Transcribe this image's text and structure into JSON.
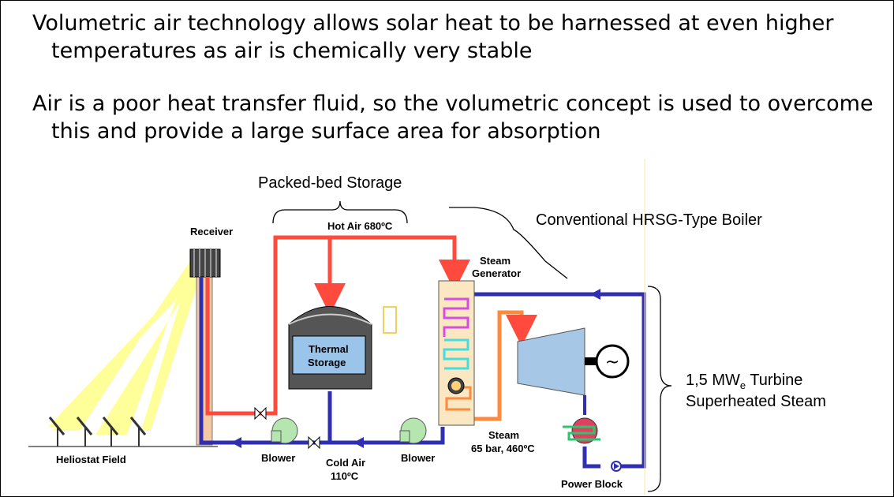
{
  "text": {
    "para1": "Volumetric air technology allows solar heat to be harnessed at even higher temperatures as air is chemically very stable",
    "para2": "Air is a poor heat transfer fluid, so the volumetric concept is used to overcome this and provide a large surface area for absorption"
  },
  "diagram": {
    "packed_bed_storage": "Packed-bed Storage",
    "conventional_boiler": "Conventional HRSG-Type Boiler",
    "turbine_line1": "1,5 MW",
    "turbine_line1_sub": "e",
    "turbine_line1_rest": " Turbine",
    "turbine_line2": "Superheated Steam",
    "receiver": "Receiver",
    "hot_air": "Hot Air 680ºC",
    "steam_generator_1": "Steam",
    "steam_generator_2": "Generator",
    "thermal_storage_1": "Thermal",
    "thermal_storage_2": "Storage",
    "heliostat_field": "Heliostat Field",
    "blower_left": "Blower",
    "cold_air_1": "Cold Air",
    "cold_air_2": "110ºC",
    "blower_right": "Blower",
    "steam_1": "Steam",
    "steam_2": "65 bar, 460ºC",
    "power_block": "Power Block",
    "generator_symbol": "~"
  },
  "colors": {
    "hot_pipe": "#ff4a3d",
    "cold_pipe": "#2f2fb0",
    "sunlight": "#ffff99",
    "tank": "#555555",
    "storage_box": "#9bc4ea",
    "turbine": "#a6c8e6",
    "blower": "#b6e6b0"
  }
}
